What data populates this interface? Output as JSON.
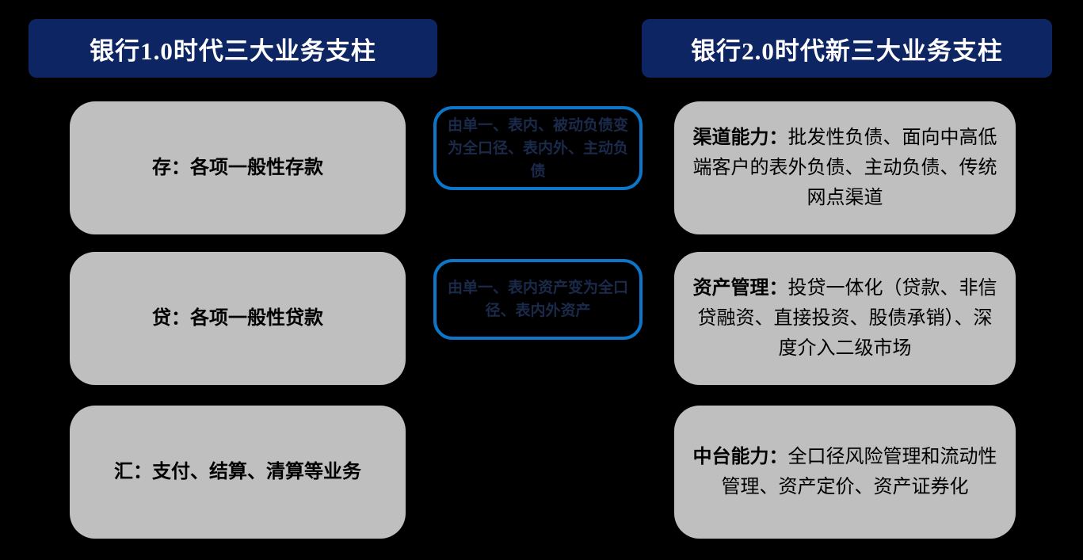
{
  "headers": {
    "left": "银行1.0时代三大业务支柱",
    "right": "银行2.0时代新三大业务支柱"
  },
  "left_column": [
    {
      "text": "存：各项一般性存款"
    },
    {
      "text": "贷：各项一般性贷款"
    },
    {
      "text": "汇：支付、结算、清算等业务"
    }
  ],
  "middle_notes": [
    {
      "text": "由单一、表内、被动负债变为全口径、表内外、主动负债"
    },
    {
      "text": "由单一、表内资产变为全口径、表内外资产"
    }
  ],
  "right_column": [
    {
      "label": "渠道能力：",
      "text": "批发性负债、面向中高低端客户的表外负债、主动负债、传统网点渠道"
    },
    {
      "label": "资产管理：",
      "text": "投贷一体化（贷款、非信贷融资、直接投资、股债承销）、深度介入二级市场"
    },
    {
      "label": "中台能力：",
      "text": "全口径风险管理和流动性管理、资产定价、资产证券化"
    }
  ],
  "colors": {
    "background": "#000000",
    "header_bg": "#0e2563",
    "header_text": "#ffffff",
    "box_bg": "#bfbfbf",
    "box_text": "#000000",
    "note_border": "#0c76c8",
    "note_text": "#1b2a4a"
  }
}
